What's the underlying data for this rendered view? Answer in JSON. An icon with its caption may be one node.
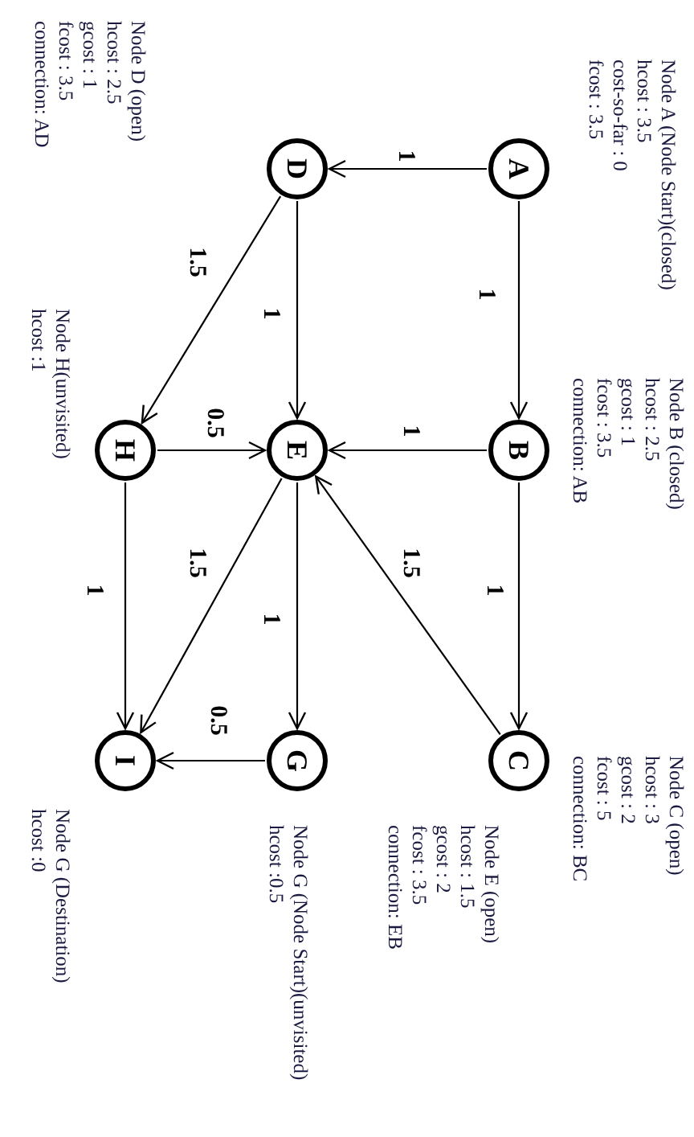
{
  "diagram": {
    "nodes": [
      {
        "text": [
          "A"
        ]
      },
      {
        "text": [
          "D"
        ]
      },
      {
        "text": [
          "B"
        ]
      },
      {
        "text": [
          "E"
        ]
      },
      {
        "text": [
          "H"
        ]
      },
      {
        "text": [
          "C"
        ]
      },
      {
        "text": [
          "G"
        ]
      },
      {
        "text": [
          "I"
        ]
      }
    ],
    "edges": [
      {
        "from": 0,
        "to": 1,
        "arrow": "to",
        "label": "1"
      },
      {
        "from": 0,
        "to": 2,
        "arrow": "to",
        "label": "1"
      },
      {
        "from": 1,
        "to": 3,
        "arrow": "to",
        "label": "1"
      },
      {
        "from": 1,
        "to": 4,
        "arrow": "to",
        "label": "1.5"
      },
      {
        "from": 2,
        "to": 3,
        "arrow": "to",
        "label": "1"
      },
      {
        "from": 4,
        "to": 3,
        "arrow": "to",
        "label": "0.5"
      },
      {
        "from": 2,
        "to": 5,
        "arrow": "to",
        "label": "1"
      },
      {
        "from": 5,
        "to": 3,
        "arrow": "to",
        "label": "1.5"
      },
      {
        "from": 3,
        "to": 6,
        "arrow": "to",
        "label": "1"
      },
      {
        "from": 3,
        "to": 7,
        "arrow": "to",
        "label": "1.5"
      },
      {
        "from": 4,
        "to": 7,
        "arrow": "to",
        "label": "1"
      },
      {
        "from": 6,
        "to": 7,
        "arrow": "to",
        "label": "0.5"
      }
    ],
    "labels": [
      "Node A (Node Start)(closed)",
      "hcost : 3.5",
      "cost-so-far : 0",
      "fcost : 3.5",
      "Node D (open)",
      "hcost : 2.5",
      "gcost : 1",
      "fcost : 3.5",
      "connection: AD",
      "Node B (closed)",
      "hcost : 2.5",
      "gcost : 1",
      "fcost : 3.5",
      "connection: AB",
      "Node H(unvisited)",
      "hcost :1",
      "Node C (open)",
      "hcost : 3",
      "gcost : 2",
      "fcost : 5",
      "connection: BC",
      "Node E (open)",
      "hcost : 1.5",
      "gcost : 2",
      "fcost : 3.5",
      "connection: EB",
      "Node G (Node Start)(unvisited)",
      "hcost :0.5",
      "Node G (Destination)",
      "hcost :0"
    ]
  }
}
